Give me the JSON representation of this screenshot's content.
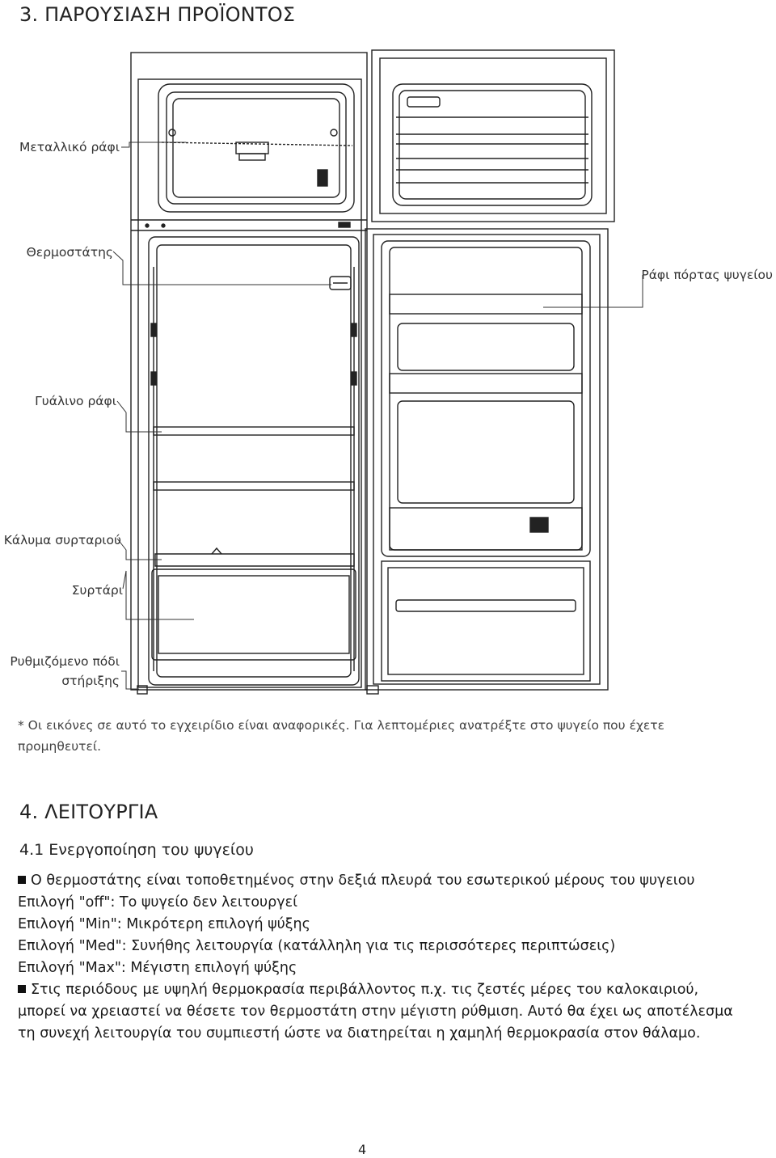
{
  "section3": {
    "title": "3.  ΠΑΡΟΥΣΙΑΣΗ ΠΡΟΪΟΝΤΟΣ"
  },
  "labels": {
    "metal_shelf": "Μεταλλικό ράφι",
    "thermostat": "Θερμοστάτης",
    "door_shelf": "Ράφι πόρτας ψυγείου",
    "glass_shelf": "Γυάλινο ράφι",
    "drawer_cover": "Κάλυμα συρταριού",
    "drawer": "Συρτάρι",
    "foot_line1": "Ρυθμιζόμενο πόδι",
    "foot_line2": "στήριξης"
  },
  "note": "* Οι εικόνες σε αυτό το εγχειρίδιο είναι αναφορικές. Για λεπτομέριες ανατρέξτε στο ψυγείο που έχετε προμηθευτεί.",
  "section4": {
    "title": "4.  ΛΕΙΤΟΥΡΓΙΑ",
    "subtitle": "4.1 Ενεργοποίηση του ψυγείου",
    "lines": [
      "Ο θερμοστάτης είναι τοποθετημένος στην δεξιά πλευρά του εσωτερικού μέρους του ψυγειου",
      "Επιλογή \"off\": Το ψυγείο δεν λειτουργεί",
      "Επιλογή \"Min\": Μικρότερη επιλογή ψύξης",
      "Επιλογή \"Med\": Συνήθης λειτουργία (κατάλληλη για τις περισσότερες περιπτώσεις)",
      "Επιλογή \"Max\": Μέγιστη επιλογή ψύξης",
      "Στις περιόδους με υψηλή θερμοκρασία περιβάλλοντος π.χ. τις ζεστές μέρες του καλοκαιριού, μπορεί να χρειαστεί να θέσετε τον θερμοστάτη στην μέγιστη ρύθμιση. Αυτό θα έχει ως αποτέλεσμα τη συνεχή λειτουργία του συμπιεστή ώστε να διατηρείται η χαμηλή θερμοκρασία στον θάλαμο."
    ]
  },
  "page_number": "4"
}
